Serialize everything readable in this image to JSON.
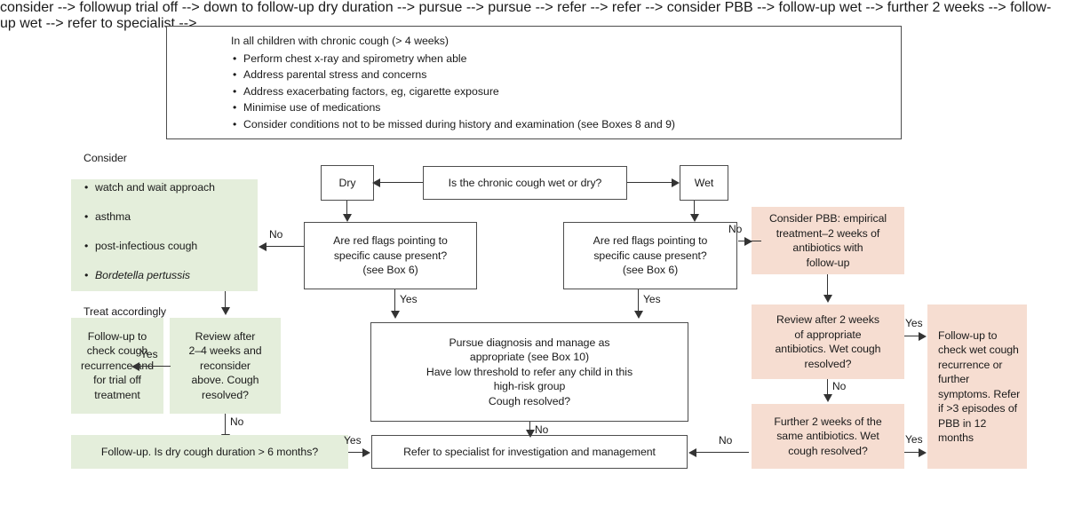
{
  "advisory": {
    "lead": "In all children with chronic cough (> 4 weeks)",
    "bullets": [
      "Perform chest x-ray and spirometry when able",
      "Address parental stress and concerns",
      "Address exacerbating factors, eg, cigarette exposure",
      "Minimise use of medications",
      "Consider conditions not to be missed during history and examination (see Boxes 8 and 9)"
    ]
  },
  "nodes": {
    "root_question": "Is the chronic cough wet or dry?",
    "dry": "Dry",
    "wet": "Wet",
    "red_flags_dry": "Are red flags pointing to\nspecific cause present?\n(see Box 6)",
    "red_flags_wet": "Are red flags pointing to\nspecific cause present?\n(see Box 6)",
    "consider_heading": "Consider",
    "consider_bullets": [
      "watch and wait approach",
      "asthma",
      "post-infectious cough",
      "Bordetella pertussis"
    ],
    "consider_footer": "Treat accordingly",
    "review_2_4_weeks": "Review after\n2–4 weeks and\nreconsider\nabove. Cough\nresolved?",
    "followup_trial_off": "Follow-up to\ncheck cough\nrecurrence and\nfor trial off\ntreatment",
    "pursue_diagnosis": "Pursue diagnosis and manage as\nappropriate (see Box 10)\nHave low threshold to refer any child in this\nhigh-risk group\nCough resolved?",
    "followup_dry_duration": "Follow-up. Is dry cough duration > 6 months?",
    "refer_specialist": "Refer to specialist for investigation and management",
    "consider_pbb": "Consider PBB: empirical\ntreatment–2 weeks of\nantibiotics with\nfollow-up",
    "review_2_weeks_abx": "Review after 2 weeks\nof appropriate\nantibiotics. Wet cough\nresolved?",
    "further_2_weeks_abx": "Further 2 weeks of the\nsame antibiotics. Wet\ncough resolved?",
    "followup_wet_recurrence": "Follow-up to check wet cough recurrence or further symptoms. Refer if  >3 episodes of PBB in 12 months"
  },
  "edge_labels": {
    "no_dry_red_flags": "No",
    "yes_dry_red_flags": "Yes",
    "yes_wet_red_flags": "Yes",
    "no_wet_red_flags": "No",
    "yes_review_2_4": "Yes",
    "no_review_2_4": "No",
    "yes_dry_duration": "Yes",
    "no_pursue": "No",
    "yes_review_abx": "Yes",
    "no_review_abx": "No",
    "yes_further_abx": "Yes",
    "no_further_abx": "No"
  },
  "colors": {
    "green_fill": "#e4eedb",
    "pink_fill": "#f6ddd1",
    "stroke": "#4d4d4d",
    "connector": "#333333",
    "text": "#1a1a1a"
  }
}
